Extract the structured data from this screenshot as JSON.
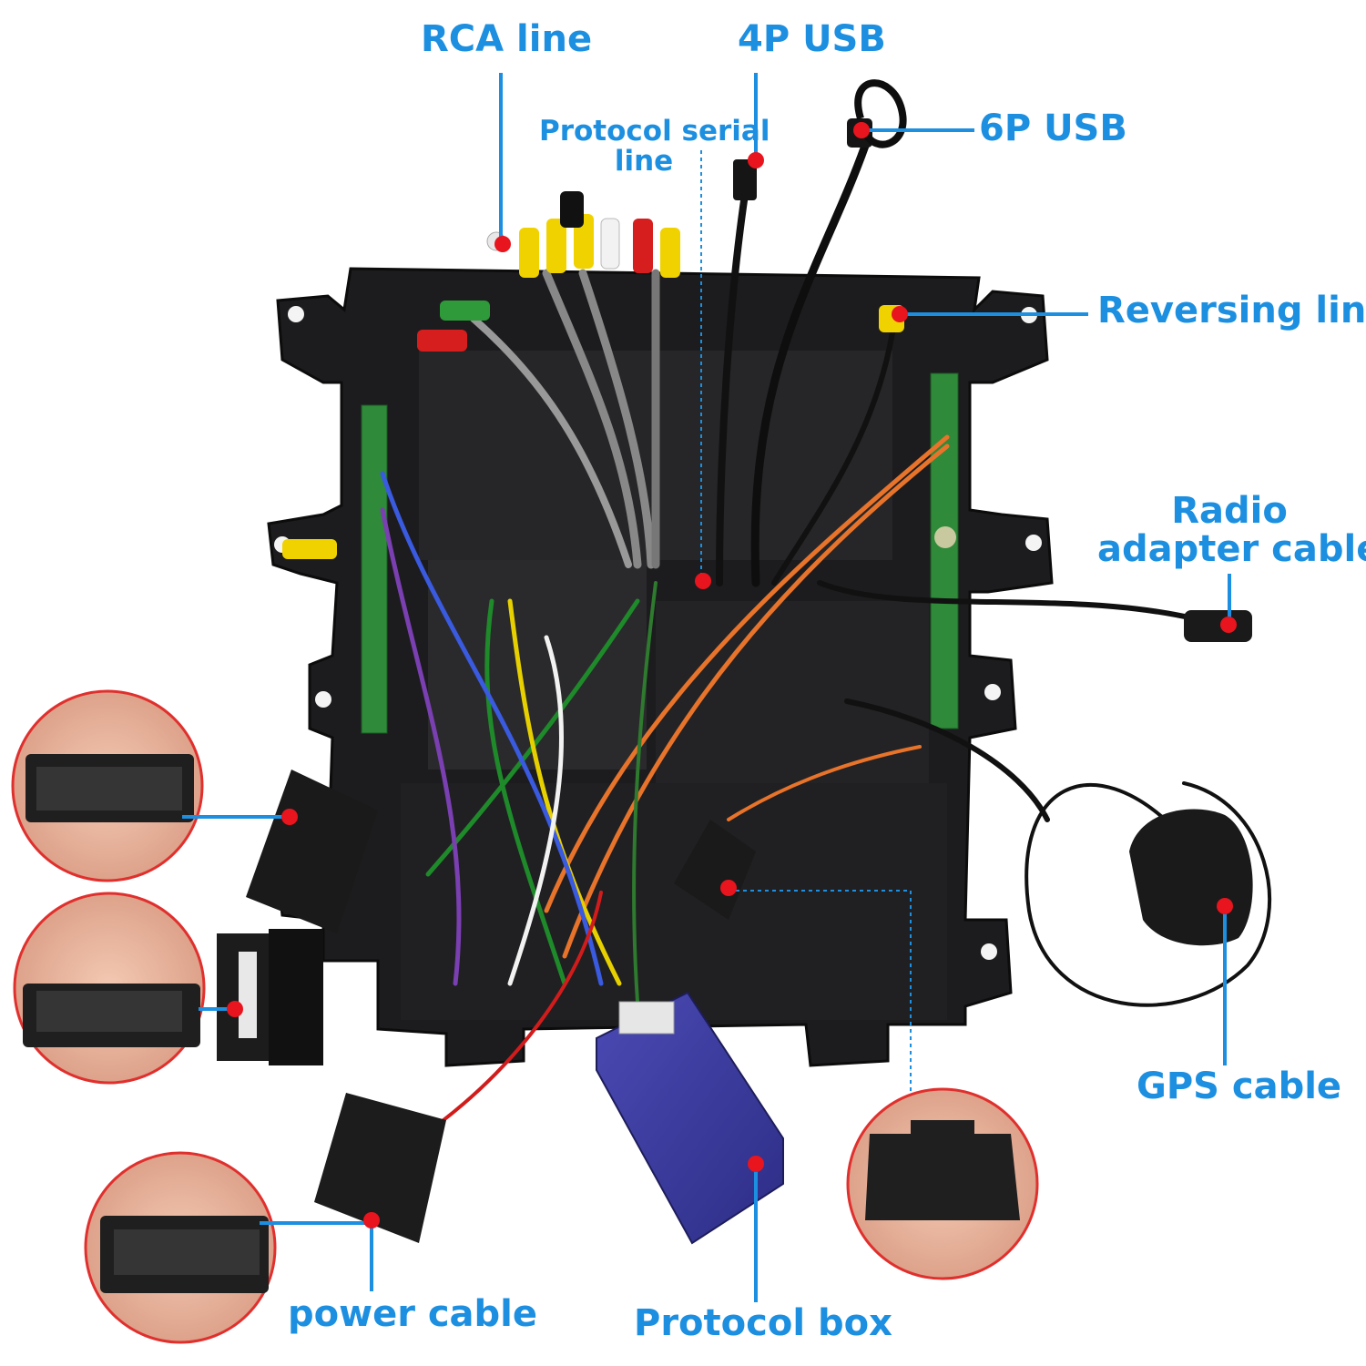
{
  "labels": {
    "rca_line": "RCA line",
    "usb_4p": "4P USB",
    "usb_6p": "6P USB",
    "protocol_serial_line_1": "Protocol serial",
    "protocol_serial_line_2": "line",
    "reversing_line": "Reversing line",
    "radio_adapter_cable_1": "Radio",
    "radio_adapter_cable_2": "adapter cable",
    "gps_cable": "GPS cable",
    "power_cable": "power cable",
    "protocol_box": "Protocol box"
  },
  "colors": {
    "label": "#1c8fe0",
    "marker": "#e8141e",
    "leader": "#1c8fe0",
    "panel": "#1c1c1e",
    "protocol_box": "#3a3a9c",
    "pcb": "#2f8a3a",
    "circle_border": "#e0302e"
  }
}
